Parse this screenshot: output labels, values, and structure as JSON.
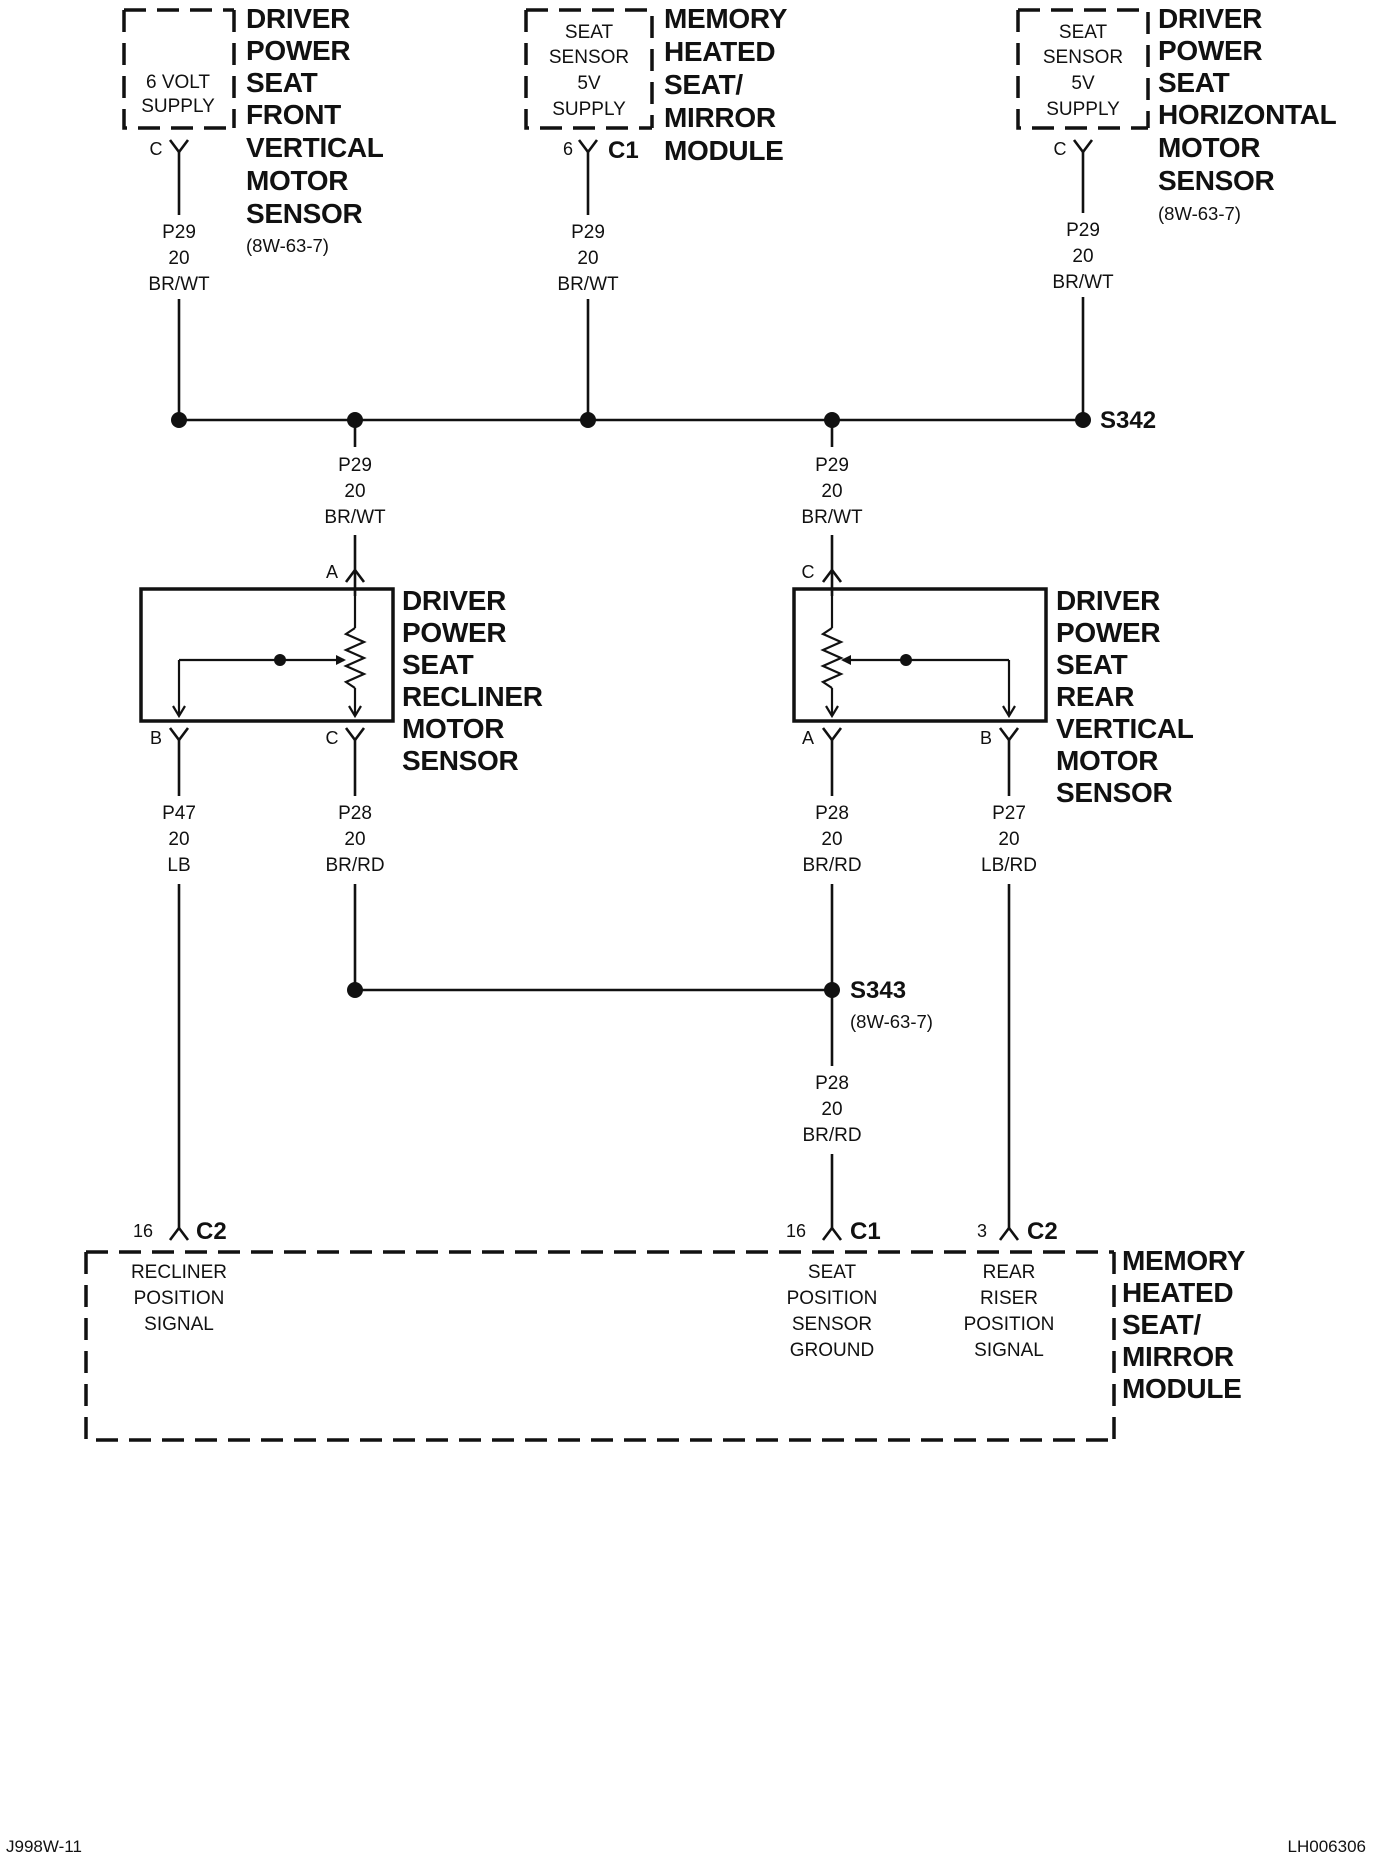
{
  "components": {
    "front_vertical_sensor": {
      "box": [
        "6 VOLT",
        "SUPPLY"
      ],
      "title": [
        "DRIVER",
        "POWER",
        "SEAT",
        "FRONT",
        "VERTICAL",
        "MOTOR",
        "SENSOR"
      ],
      "ref": "(8W-63-7)",
      "pin": "C"
    },
    "memory_module_top": {
      "box": [
        "SEAT",
        "SENSOR",
        "5V",
        "SUPPLY"
      ],
      "title": [
        "MEMORY",
        "HEATED",
        "SEAT/",
        "MIRROR",
        "MODULE"
      ],
      "pin": "6",
      "connector": "C1"
    },
    "horizontal_sensor": {
      "box": [
        "SEAT",
        "SENSOR",
        "5V",
        "SUPPLY"
      ],
      "title": [
        "DRIVER",
        "POWER",
        "SEAT",
        "HORIZONTAL",
        "MOTOR",
        "SENSOR"
      ],
      "ref": "(8W-63-7)",
      "pin": "C"
    },
    "recliner_sensor": {
      "title": [
        "DRIVER",
        "POWER",
        "SEAT",
        "RECLINER",
        "MOTOR",
        "SENSOR"
      ],
      "pins": [
        "A",
        "B",
        "C"
      ]
    },
    "rear_vertical_sensor": {
      "title": [
        "DRIVER",
        "POWER",
        "SEAT",
        "REAR",
        "VERTICAL",
        "MOTOR",
        "SENSOR"
      ],
      "pins": [
        "C",
        "A",
        "B"
      ]
    },
    "memory_module_bottom": {
      "title": [
        "MEMORY",
        "HEATED",
        "SEAT/",
        "MIRROR",
        "MODULE"
      ],
      "pins": [
        {
          "pin": "16",
          "connector": "C2",
          "label": [
            "RECLINER",
            "POSITION",
            "SIGNAL"
          ]
        },
        {
          "pin": "16",
          "connector": "C1",
          "label": [
            "SEAT",
            "POSITION",
            "SENSOR",
            "GROUND"
          ]
        },
        {
          "pin": "3",
          "connector": "C2",
          "label": [
            "REAR",
            "RISER",
            "POSITION",
            "SIGNAL"
          ]
        }
      ]
    }
  },
  "wires": {
    "w_front": [
      "P29",
      "20",
      "BR/WT"
    ],
    "w_module": [
      "P29",
      "20",
      "BR/WT"
    ],
    "w_horiz": [
      "P29",
      "20",
      "BR/WT"
    ],
    "w_recl_a": [
      "P29",
      "20",
      "BR/WT"
    ],
    "w_rear_c": [
      "P29",
      "20",
      "BR/WT"
    ],
    "w_recl_b": [
      "P47",
      "20",
      "LB"
    ],
    "w_recl_c": [
      "P28",
      "20",
      "BR/RD"
    ],
    "w_rear_a": [
      "P28",
      "20",
      "BR/RD"
    ],
    "w_rear_b": [
      "P27",
      "20",
      "LB/RD"
    ],
    "w_ground": [
      "P28",
      "20",
      "BR/RD"
    ]
  },
  "splices": {
    "s342": {
      "name": "S342"
    },
    "s343": {
      "name": "S343",
      "ref": "(8W-63-7)"
    }
  },
  "footer": {
    "left": "J998W-11",
    "right": "LH006306"
  },
  "colors": {
    "ink": "#111111",
    "background": "#ffffff"
  }
}
